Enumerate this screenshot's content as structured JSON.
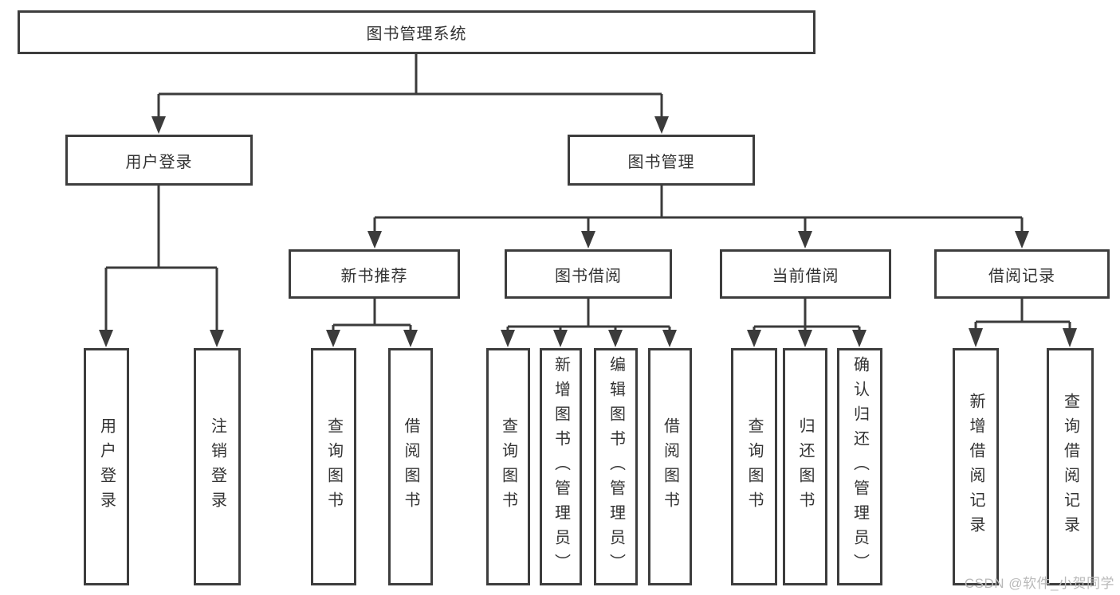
{
  "tree": {
    "label": "图书管理系统",
    "children": [
      {
        "label": "用户登录",
        "children": [
          {
            "label": "用户登录"
          },
          {
            "label": "注销登录"
          }
        ]
      },
      {
        "label": "图书管理",
        "children": [
          {
            "label": "新书推荐",
            "children": [
              {
                "label": "查询图书"
              },
              {
                "label": "借阅图书"
              }
            ]
          },
          {
            "label": "图书借阅",
            "children": [
              {
                "label": "查询图书"
              },
              {
                "label": "新增图书（管理员）"
              },
              {
                "label": "编辑图书（管理员）"
              },
              {
                "label": "借阅图书"
              }
            ]
          },
          {
            "label": "当前借阅",
            "children": [
              {
                "label": "查询图书"
              },
              {
                "label": "归还图书"
              },
              {
                "label": "确认归还（管理员）"
              }
            ]
          },
          {
            "label": "借阅记录",
            "children": [
              {
                "label": "新增借阅记录"
              },
              {
                "label": "查询借阅记录"
              }
            ]
          }
        ]
      }
    ]
  },
  "watermark": {
    "text": "CSDN @软件_小贺同学"
  },
  "colors": {
    "line": "#3b3b3b",
    "box_border": "#3d3d3d",
    "text": "#333333",
    "watermark": "#b9b9b9",
    "background": "#ffffff"
  }
}
